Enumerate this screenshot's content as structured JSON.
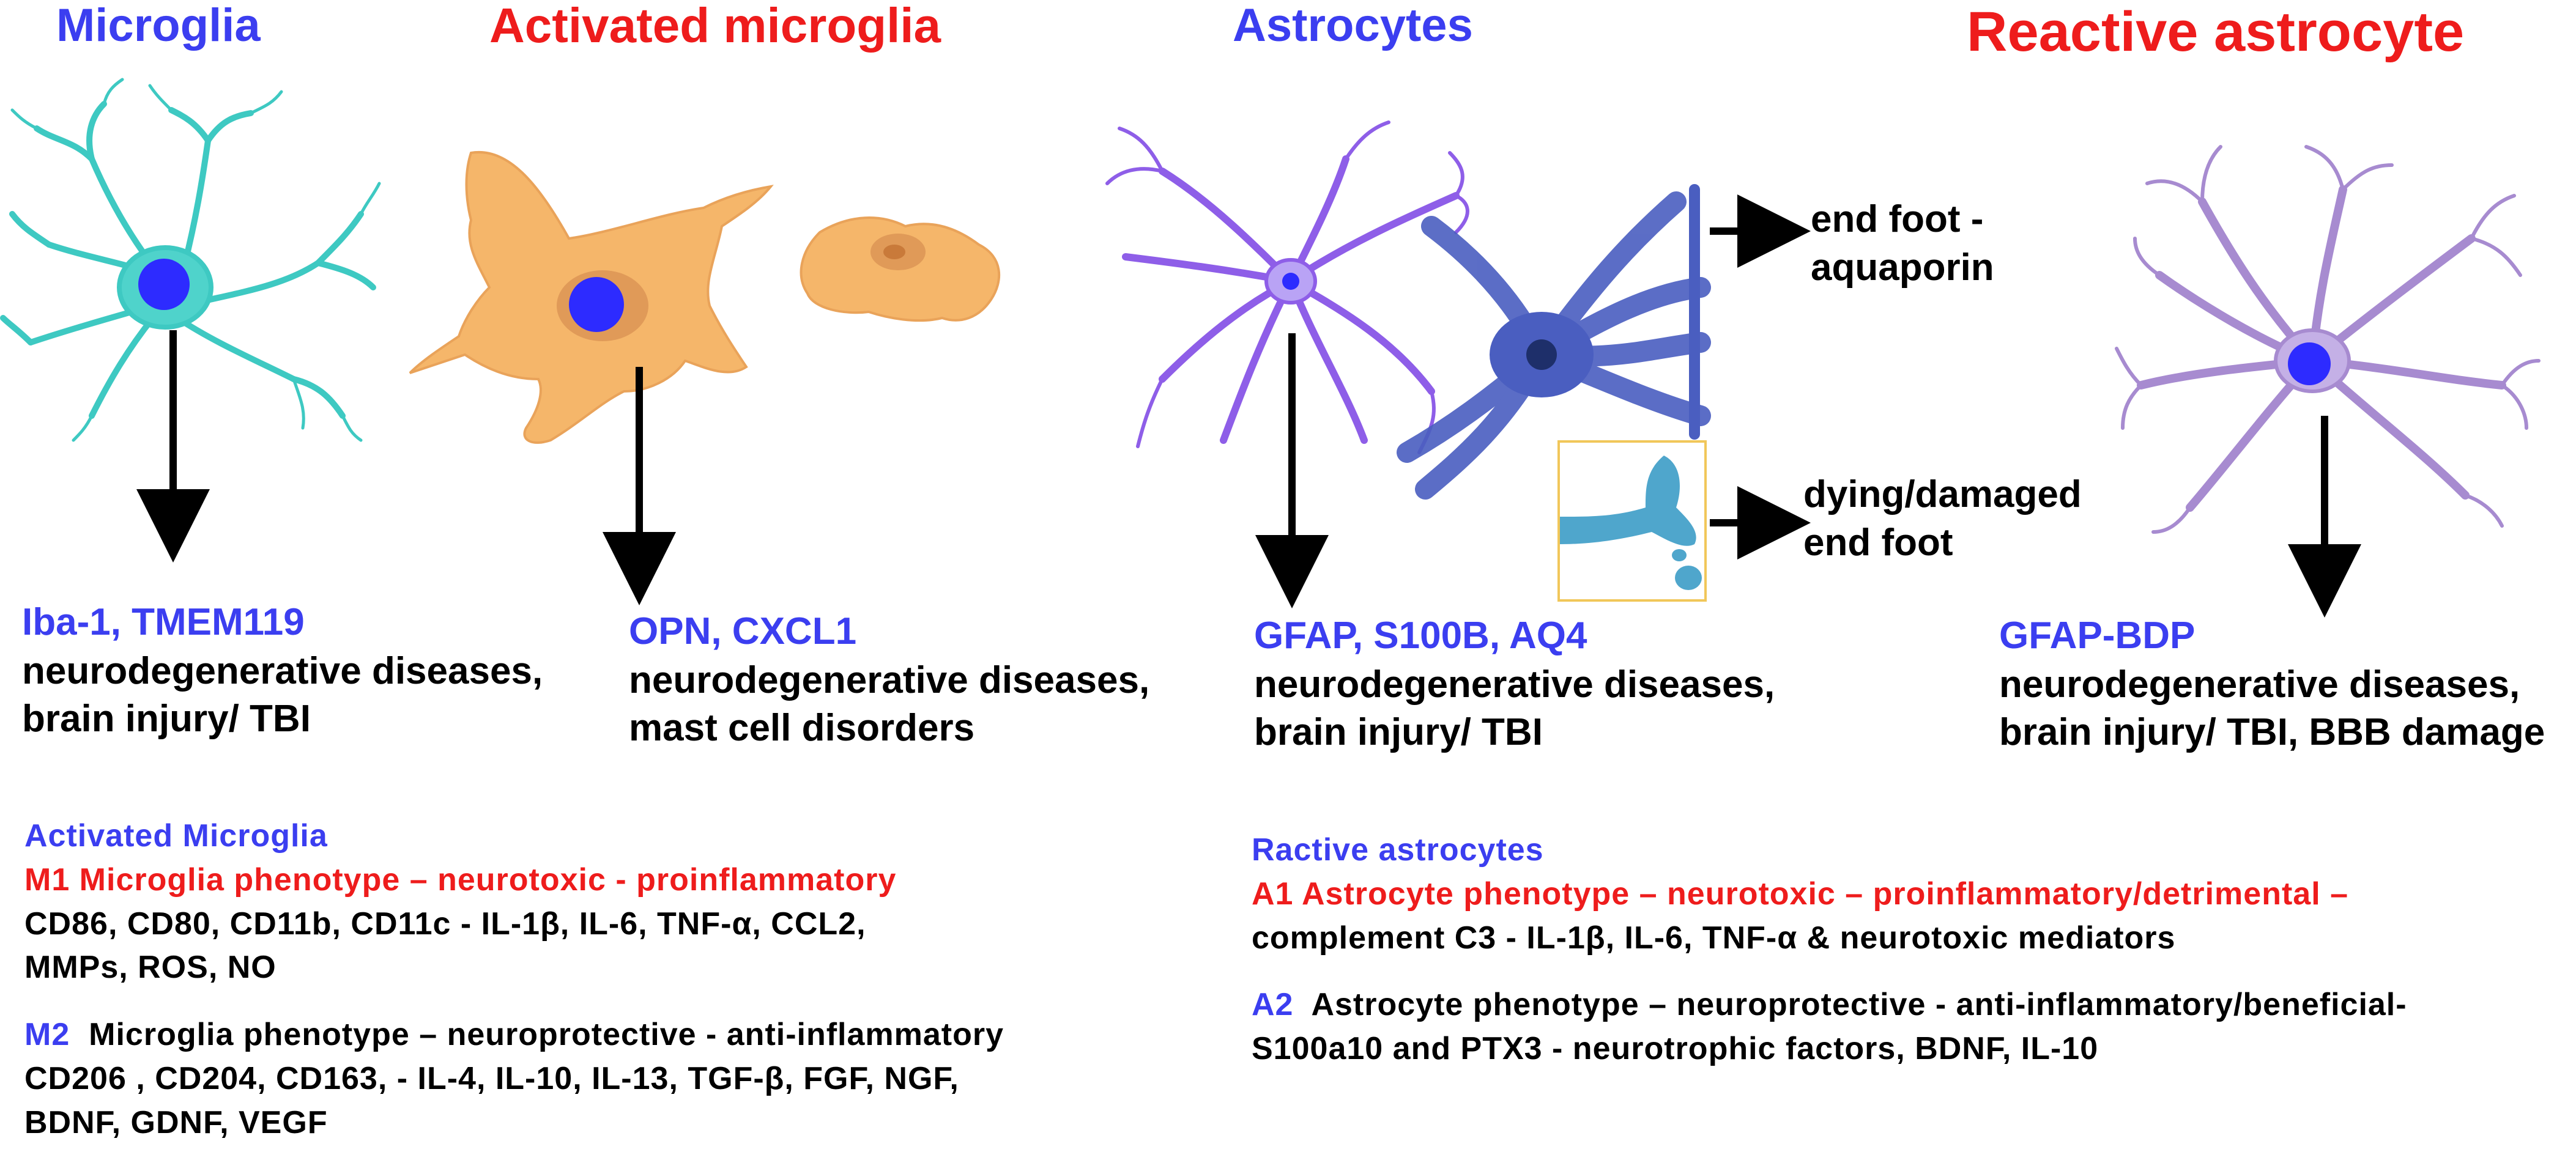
{
  "colors": {
    "blue": "#3b3ef0",
    "red": "#ee1c1c",
    "black": "#000000",
    "microglia": "#3ec9c2",
    "activated": "#f5b66a",
    "astro": "#8e5ee8",
    "endfoot": "#4a5ec0",
    "damaged": "#4fa6cc",
    "reactive": "#a78bd0",
    "nucleus": "#2d2bff"
  },
  "titles": {
    "microglia": "Microglia",
    "activated_microglia": "Activated microglia",
    "astrocytes": "Astrocytes",
    "reactive_astrocyte": "Reactive astrocyte"
  },
  "panels": [
    {
      "markers": "Iba-1, TMEM119",
      "line1": "neurodegenerative diseases,",
      "line2": "brain injury/ TBI"
    },
    {
      "markers": "OPN, CXCL1",
      "line1": "neurodegenerative diseases,",
      "line2": "mast cell disorders"
    },
    {
      "markers": "GFAP, S100B, AQ4",
      "line1": "neurodegenerative diseases,",
      "line2": "brain injury/ TBI"
    },
    {
      "markers": "GFAP-BDP",
      "line1": "neurodegenerative diseases,",
      "line2": "brain injury/ TBI, BBB damage"
    }
  ],
  "endfoot_labels": {
    "aquaporin_1": "end foot -",
    "aquaporin_2": "aquaporin",
    "damaged_1": "dying/damaged",
    "damaged_2": "end foot"
  },
  "microglia_notes": {
    "heading": "Activated Microglia",
    "m1_title": "M1 Microglia phenotype – neurotoxic - proinflammatory",
    "m1_line1": "CD86, CD80, CD11b, CD11c - IL-1β, IL-6, TNF-α, CCL2,",
    "m1_line2": "MMPs, ROS, NO",
    "m2_tag": "M2",
    "m2_title": "Microglia phenotype – neuroprotective -  anti-inflammatory",
    "m2_line1": "CD206 , CD204, CD163, - IL-4, IL-10, IL-13, TGF-β, FGF, NGF,",
    "m2_line2": "BDNF, GDNF, VEGF"
  },
  "astro_notes": {
    "heading": "Ractive astrocytes",
    "a1_title": "A1 Astrocyte phenotype – neurotoxic – proinflammatory/detrimental –",
    "a1_line1": "complement C3 - IL-1β, IL-6, TNF-α & neurotoxic mediators",
    "a2_tag": "A2",
    "a2_title": "Astrocyte phenotype – neuroprotective - anti-inflammatory/beneficial-",
    "a2_line1": "S100a10 and PTX3 -  neurotrophic factors, BDNF,  IL-10"
  }
}
